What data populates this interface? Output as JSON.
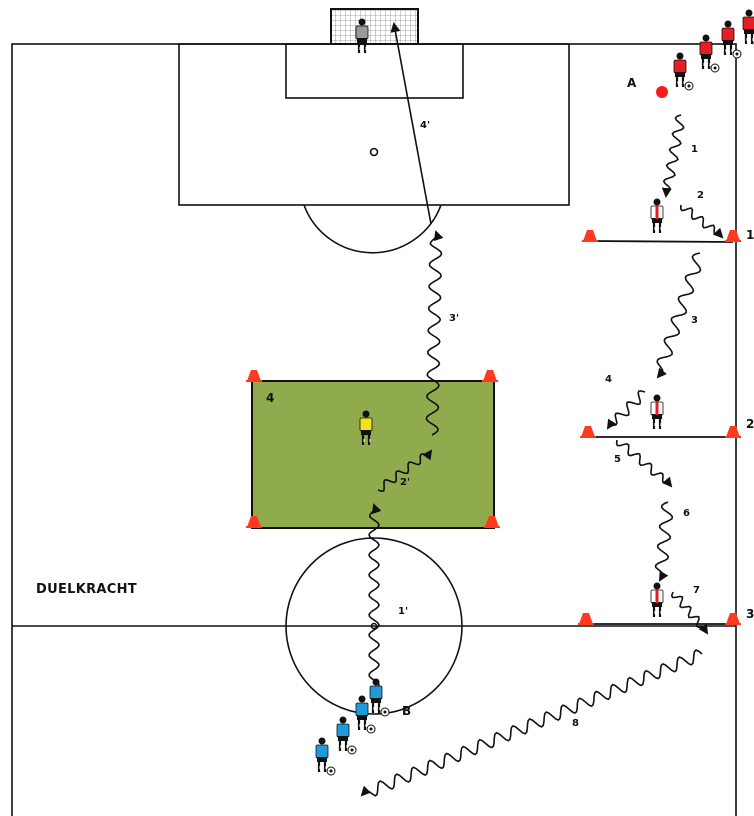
{
  "title": "DUELKRACHT",
  "colors": {
    "line": "#111111",
    "zone": "#8fab4e",
    "cone": "#ff3a1f",
    "red_team": "#e41e24",
    "blue_team": "#1f9bd8",
    "keeper": "#f1e21c",
    "ball_dot": "#ff1a1a"
  },
  "labels": {
    "group_a": "A",
    "group_b": "B",
    "zone": "4",
    "gate_1": "1",
    "gate_2": "2",
    "gate_3": "3",
    "route_a": [
      "1",
      "2",
      "3",
      "4",
      "5",
      "6",
      "7",
      "8"
    ],
    "route_b": [
      "1'",
      "2'",
      "3'",
      "4'"
    ]
  }
}
